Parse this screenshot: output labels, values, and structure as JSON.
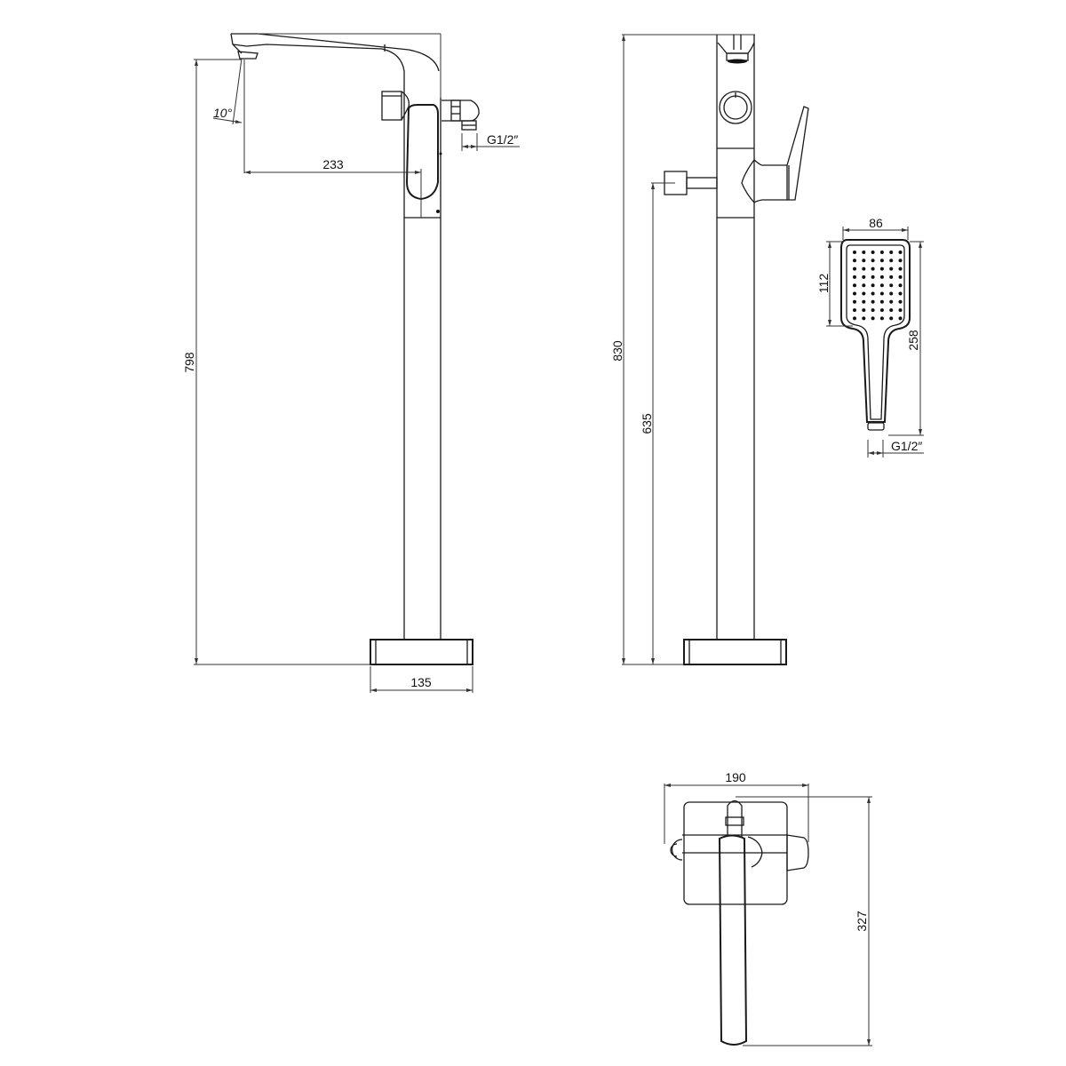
{
  "drawing": {
    "title": "Freestanding bath mixer with hand shower — technical drawing",
    "line_color": "#1a1a1a",
    "background": "#ffffff"
  },
  "front_view": {
    "dimensions": {
      "total_height": "798",
      "spout_reach": "233",
      "spout_angle": "10°",
      "base_width": "135",
      "outlet_thread": "G1/2″"
    }
  },
  "side_view": {
    "dimensions": {
      "total_height": "830",
      "outlet_height": "635"
    }
  },
  "hand_shower": {
    "dimensions": {
      "head_width": "86",
      "head_height": "112",
      "total_length": "258",
      "thread": "G1/2″"
    },
    "nozzle_grid": {
      "columns": 6,
      "rows": 9
    }
  },
  "top_view": {
    "dimensions": {
      "width": "190",
      "depth": "327"
    }
  }
}
